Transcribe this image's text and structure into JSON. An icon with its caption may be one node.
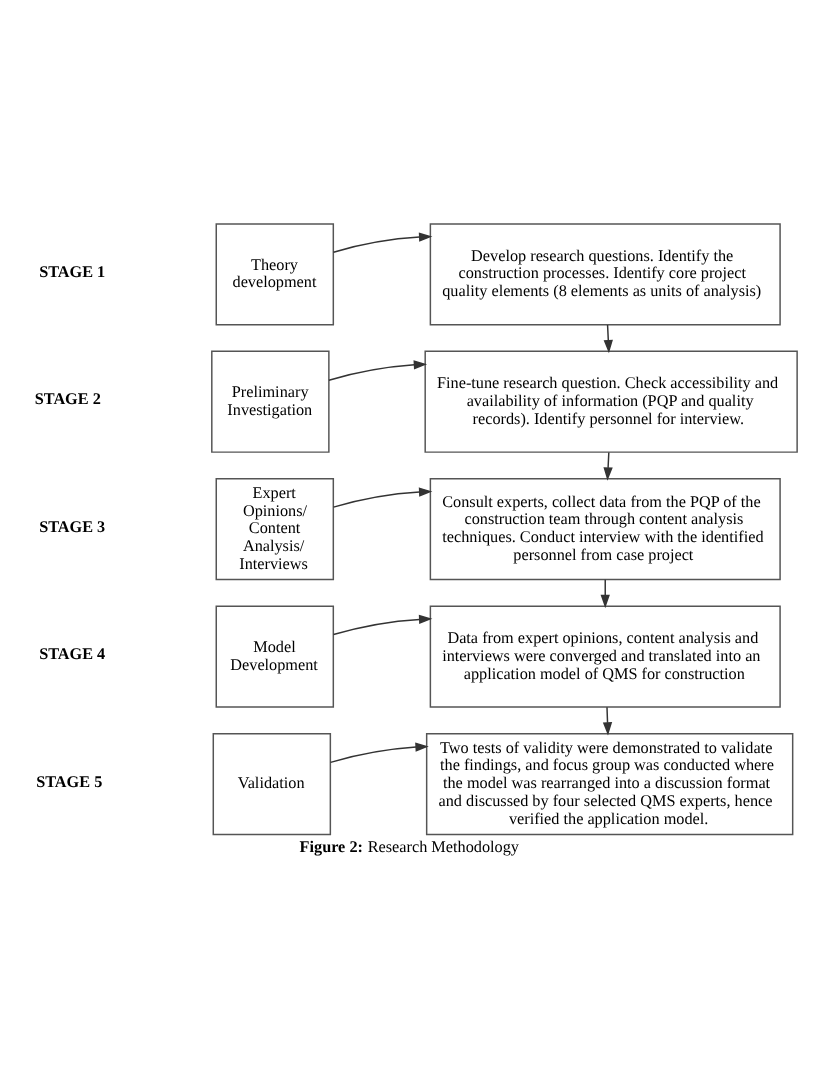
{
  "diagram": {
    "caption": "**Figure 2:** Research Methodology",
    "nodes": [
      {
        "text": [
          "Theory development"
        ]
      },
      {
        "text": [
          "Develop research questions. Identify the construction processes. Identify core project quality elements (8 elements as units of analysis)"
        ]
      },
      {
        "text": [
          "Preliminary Investigation"
        ]
      },
      {
        "text": [
          "Fine-tune research question. Check accessibility and availability of information (PQP and quality records). Identify personnel for interview."
        ]
      },
      {
        "text": [
          "Expert Opinions/ Content Analysis/ Interviews"
        ]
      },
      {
        "text": [
          "Consult experts, collect data from the PQP of the construction team through content analysis techniques. Conduct interview with the identified personnel from case project"
        ]
      },
      {
        "text": [
          "Model Development"
        ]
      },
      {
        "text": [
          "Data from expert opinions, content analysis and interviews were converged and translated into an application model of QMS for construction"
        ]
      },
      {
        "text": [
          "Validation"
        ]
      },
      {
        "text": [
          "Two tests of validity were demonstrated to validate the findings, and focus group was conducted where the model was rearranged into a discussion format and discussed by four selected QMS experts, hence verified the application model."
        ]
      }
    ],
    "edges": [
      {
        "from": 0,
        "to": 1,
        "arrow": "to"
      },
      {
        "from": 1,
        "to": 3,
        "arrow": "to"
      },
      {
        "from": 2,
        "to": 3,
        "arrow": "to"
      },
      {
        "from": 3,
        "to": 5,
        "arrow": "to"
      },
      {
        "from": 4,
        "to": 5,
        "arrow": "to"
      },
      {
        "from": 5,
        "to": 7,
        "arrow": "to"
      },
      {
        "from": 6,
        "to": 7,
        "arrow": "to"
      },
      {
        "from": 7,
        "to": 9,
        "arrow": "to"
      },
      {
        "from": 8,
        "to": 9,
        "arrow": "to"
      }
    ],
    "labels": [
      "STAGE 1",
      "STAGE 2",
      "STAGE 3",
      "STAGE 4",
      "STAGE 5"
    ]
  }
}
